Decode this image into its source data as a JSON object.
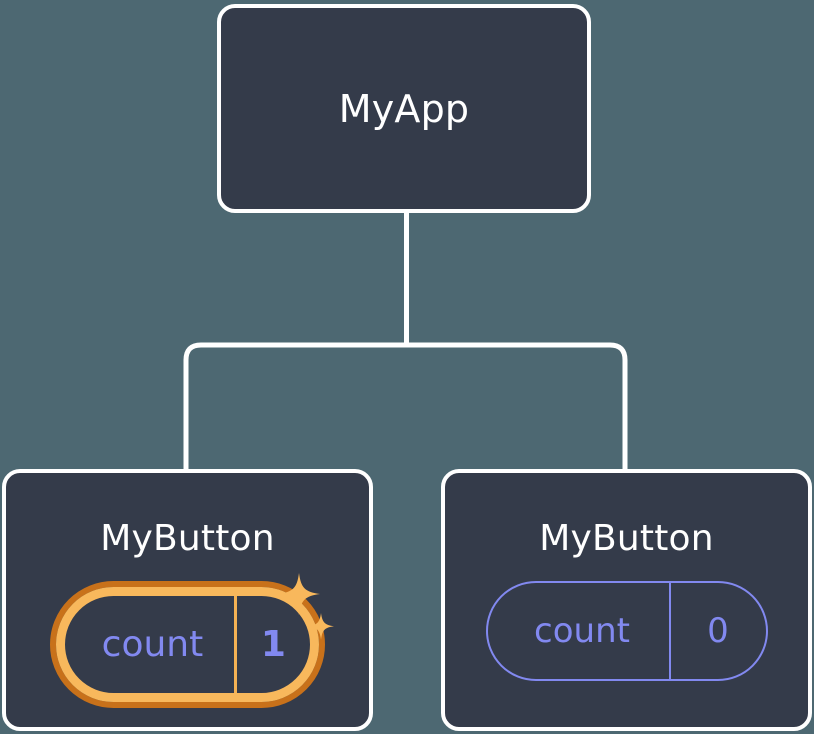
{
  "diagram": {
    "type": "component-tree",
    "title": "React component tree with local state",
    "background_color": "#4d6872",
    "node_fill_color": "#343b4a",
    "node_border_color": "#ffffff",
    "connector_color": "#ffffff",
    "state_accent_color": "#8289f0",
    "highlight_outer_color": "#c8711a",
    "highlight_inner_color": "#f8b85c",
    "sparkle_color": "#f8b85c"
  },
  "root": {
    "label": "MyApp"
  },
  "children": [
    {
      "label": "MyButton",
      "state": {
        "key": "count",
        "value": "1",
        "highlighted": true,
        "sparkle": true
      }
    },
    {
      "label": "MyButton",
      "state": {
        "key": "count",
        "value": "0",
        "highlighted": false,
        "sparkle": false
      }
    }
  ]
}
